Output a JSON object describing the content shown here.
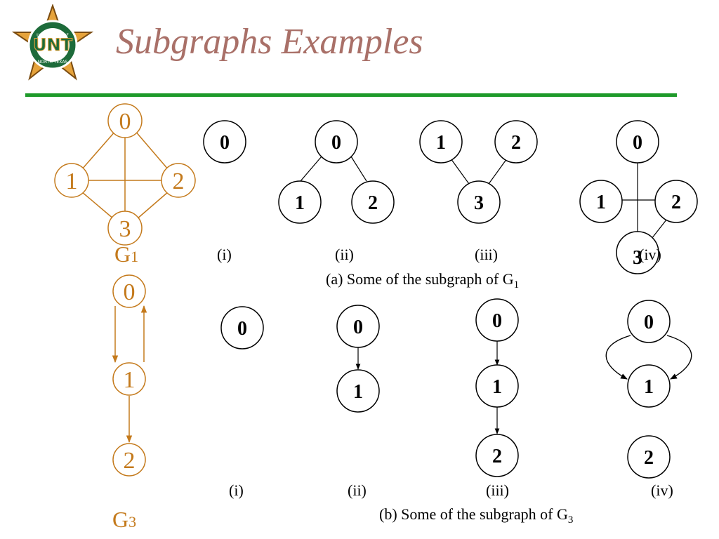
{
  "slide": {
    "title": "Subgraphs Examples",
    "logo_text": "UNT",
    "logo_ring_top": "UNIVERSITY OF",
    "logo_ring_bottom": "NORTH TEXAS"
  },
  "colors": {
    "title": "#a97068",
    "rule": "#1e9a2a",
    "orange": "#c47a1c",
    "black": "#000000",
    "logo_green": "#1d6b3a",
    "logo_gold": "#e6a33b"
  },
  "g1": {
    "name_base": "G",
    "name_sub": "1",
    "labels": [
      "0",
      "1",
      "2",
      "3"
    ]
  },
  "g3": {
    "name_base": "G",
    "name_sub": "3",
    "labels": [
      "0",
      "1",
      "2"
    ]
  },
  "section_a": {
    "caption_prefix": "(a) Some of the subgraph of G",
    "caption_sub": "1",
    "roman": [
      "(i)",
      "(ii)",
      "(iii)",
      "(iv)"
    ],
    "i_labels": [
      "0"
    ],
    "ii_labels": [
      "0",
      "1",
      "2"
    ],
    "iii_labels": [
      "1",
      "2",
      "3"
    ],
    "iv_labels": [
      "0",
      "1",
      "2",
      "3"
    ]
  },
  "section_b": {
    "caption_prefix": "(b) Some of the subgraph of G",
    "caption_sub": "3",
    "roman": [
      "(i)",
      "(ii)",
      "(iii)",
      "(iv)"
    ],
    "i_labels": [
      "0"
    ],
    "ii_labels": [
      "0",
      "1"
    ],
    "iii_labels": [
      "0",
      "1",
      "2"
    ],
    "iv_labels": [
      "0",
      "1",
      "2"
    ]
  }
}
